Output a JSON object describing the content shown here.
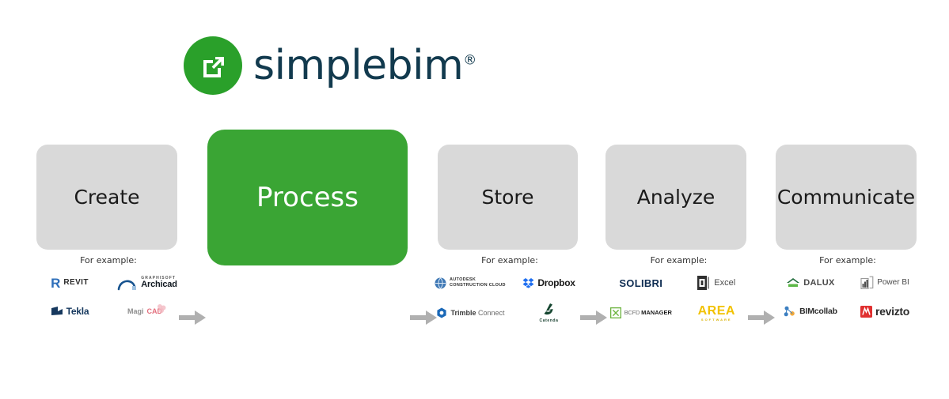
{
  "brand": {
    "name": "simplebim",
    "registered_mark": "®",
    "logo_icon": "export-box-arrow-icon",
    "green": "#2aa02a",
    "text_color": "#123a4e"
  },
  "flow": {
    "arrow_icon": "arrow-right-icon",
    "arrow_color": "#b0b0b0",
    "stages": [
      {
        "id": "create",
        "label": "Create",
        "accent": false,
        "color": "#d9d9d9"
      },
      {
        "id": "process",
        "label": "Process",
        "accent": true,
        "color": "#3aa534"
      },
      {
        "id": "store",
        "label": "Store",
        "accent": false,
        "color": "#d9d9d9"
      },
      {
        "id": "analyze",
        "label": "Analyze",
        "accent": false,
        "color": "#d9d9d9"
      },
      {
        "id": "communicate",
        "label": "Communicate",
        "accent": false,
        "color": "#d9d9d9"
      }
    ]
  },
  "examples": {
    "caption": "For example:",
    "create": {
      "caption": "For example:",
      "items": [
        {
          "name": "Revit",
          "icon": "revit-r-icon",
          "label": "REVIT"
        },
        {
          "name": "Archicad",
          "icon": "archicad-arch-icon",
          "label": "Archicad",
          "sublabel": "GRAPHISOFT"
        },
        {
          "name": "Tekla",
          "icon": "tekla-icon",
          "label": "Tekla"
        },
        {
          "name": "MagiCAD",
          "icon": "magicad-icon",
          "label": "Magi",
          "label2": "CAD"
        }
      ]
    },
    "store": {
      "caption": "For example:",
      "items": [
        {
          "name": "Autodesk Construction Cloud",
          "icon": "autodesk-globe-icon",
          "label": "AUTODESK CONSTRUCTION CLOUD"
        },
        {
          "name": "Dropbox",
          "icon": "dropbox-icon",
          "label": "Dropbox"
        },
        {
          "name": "Trimble Connect",
          "icon": "trimble-icon",
          "label": "Trimble",
          "label2": "Connect"
        },
        {
          "name": "Catenda",
          "icon": "catenda-icon",
          "label": "Catenda"
        }
      ]
    },
    "analyze": {
      "caption": "For example:",
      "items": [
        {
          "name": "Solibri",
          "icon": "solibri-icon",
          "label": "SOLIBRI"
        },
        {
          "name": "Excel",
          "icon": "excel-icon",
          "label": "Excel"
        },
        {
          "name": "BCF Manager",
          "icon": "bcf-manager-icon",
          "label": "BCFD ",
          "label2": "MANAGER"
        },
        {
          "name": "AREA Software",
          "icon": "area-icon",
          "label": "AREA",
          "sublabel": "SOFTWARE"
        }
      ]
    },
    "communicate": {
      "caption": "For example:",
      "items": [
        {
          "name": "Dalux",
          "icon": "dalux-house-icon",
          "label": "DALUX"
        },
        {
          "name": "Power BI",
          "icon": "power-bi-icon",
          "label": "Power BI"
        },
        {
          "name": "BIMcollab",
          "icon": "bimcollab-icon",
          "label": "BIMcollab"
        },
        {
          "name": "Revizto",
          "icon": "revizto-icon",
          "label": "revizto"
        }
      ]
    }
  }
}
